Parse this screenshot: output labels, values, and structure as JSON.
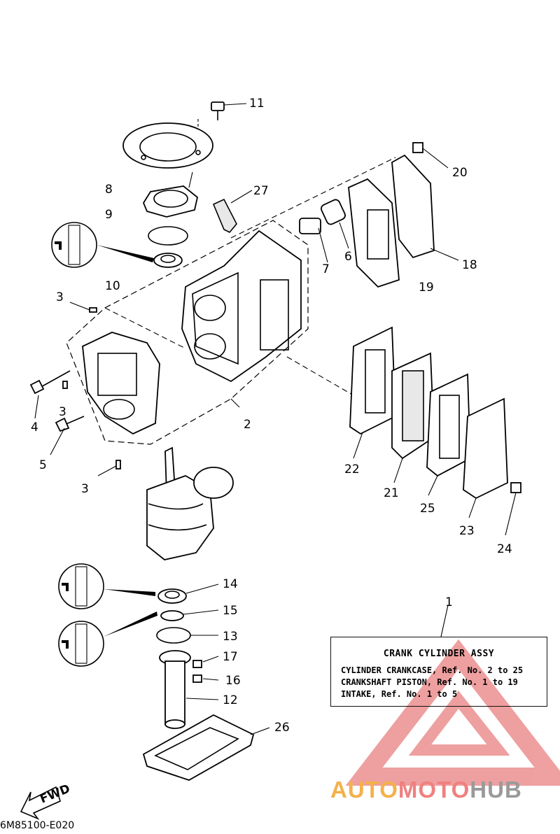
{
  "callouts": [
    "1",
    "2",
    "3",
    "3",
    "3",
    "4",
    "5",
    "6",
    "7",
    "8",
    "9",
    "10",
    "11",
    "12",
    "13",
    "14",
    "15",
    "16",
    "17",
    "18",
    "19",
    "20",
    "21",
    "22",
    "23",
    "24",
    "25",
    "26",
    "27"
  ],
  "legend": {
    "title": "CRANK CYLINDER ASSY",
    "lines": [
      "CYLINDER CRANKCASE,   Ref. No. 2 to 25",
      "CRANKSHAFT PISTON, Ref. No. 1 to 19",
      "INTAKE, Ref. No. 1 to 5"
    ]
  },
  "fwd_label": "FWD",
  "watermark": {
    "part1": "AUTO",
    "part2": "MOTO",
    "part3": "HUB",
    "color_auto": "#f4b14a",
    "color_moto": "#f08080",
    "color_hub": "#9a9a9a"
  },
  "diagram_code": "6M85100-E020"
}
